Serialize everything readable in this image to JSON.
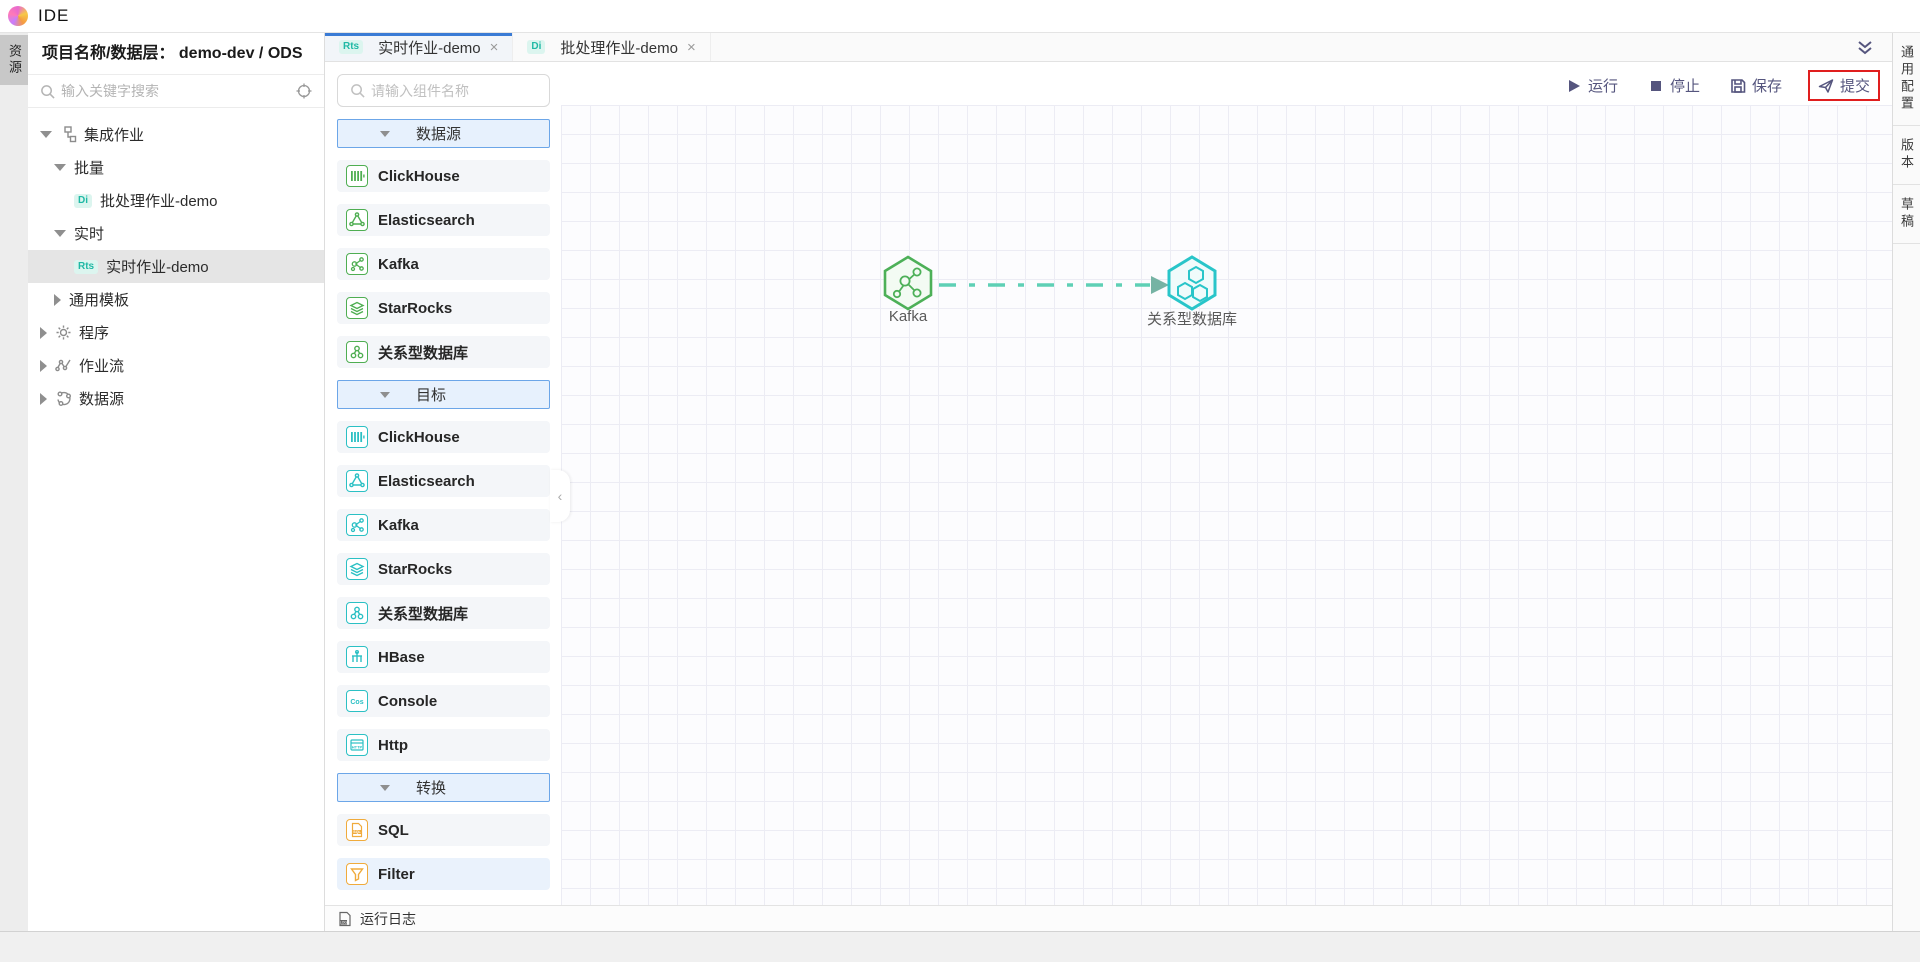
{
  "app": {
    "title": "IDE"
  },
  "ui": {
    "close": "×",
    "handle": "‹"
  },
  "left_strip": {
    "resource_tab": "资源"
  },
  "sidebar": {
    "header_label": "项目名称/数据层：",
    "header_value": "demo-dev / ODS",
    "search_placeholder": "输入关键字搜索",
    "tree": [
      {
        "label": "集成作业"
      },
      {
        "label": "批量"
      },
      {
        "label": "批处理作业-demo",
        "badge": "Di"
      },
      {
        "label": "实时"
      },
      {
        "label": "实时作业-demo",
        "badge": "Rts"
      },
      {
        "label": "通用模板"
      },
      {
        "label": "程序"
      },
      {
        "label": "作业流"
      },
      {
        "label": "数据源"
      }
    ]
  },
  "tabs": [
    {
      "badge": "Rts",
      "label": "实时作业-demo"
    },
    {
      "badge": "Di",
      "label": "批处理作业-demo"
    }
  ],
  "toolbar": {
    "run": "运行",
    "stop": "停止",
    "save": "保存",
    "submit": "提交"
  },
  "palette": {
    "search_placeholder": "请输入组件名称",
    "sections": [
      {
        "title": "数据源",
        "items": [
          "ClickHouse",
          "Elasticsearch",
          "Kafka",
          "StarRocks",
          "关系型数据库"
        ]
      },
      {
        "title": "目标",
        "items": [
          "ClickHouse",
          "Elasticsearch",
          "Kafka",
          "StarRocks",
          "关系型数据库",
          "HBase",
          "Console",
          "Http"
        ]
      },
      {
        "title": "转换",
        "items": [
          "SQL",
          "Filter"
        ]
      }
    ],
    "icon_texts": {
      "console": "Cos",
      "http": "HTTP",
      "sql": "SQL"
    }
  },
  "canvas": {
    "nodes": [
      {
        "label": "Kafka",
        "type": "kafka-source"
      },
      {
        "label": "关系型数据库",
        "type": "relational-db-target"
      }
    ],
    "edge": {
      "from": "Kafka",
      "to": "关系型数据库",
      "style": "dashed-arrow"
    }
  },
  "bottom": {
    "log": "运行日志",
    "log_icon_text": "LOG"
  },
  "right_bar": {
    "items": [
      "通用配置",
      "版本",
      "草稿"
    ]
  },
  "colors": {
    "accent_blue": "#3a7bd5",
    "source_green": "#4fae52",
    "target_teal": "#2bc0c4",
    "transform_orange": "#f0ab3c",
    "toolbar_indigo": "#55557e",
    "annotation_red": "#e01e1e",
    "badge_teal": "#1fb9a5",
    "edge_teal": "#5ed0b5"
  }
}
